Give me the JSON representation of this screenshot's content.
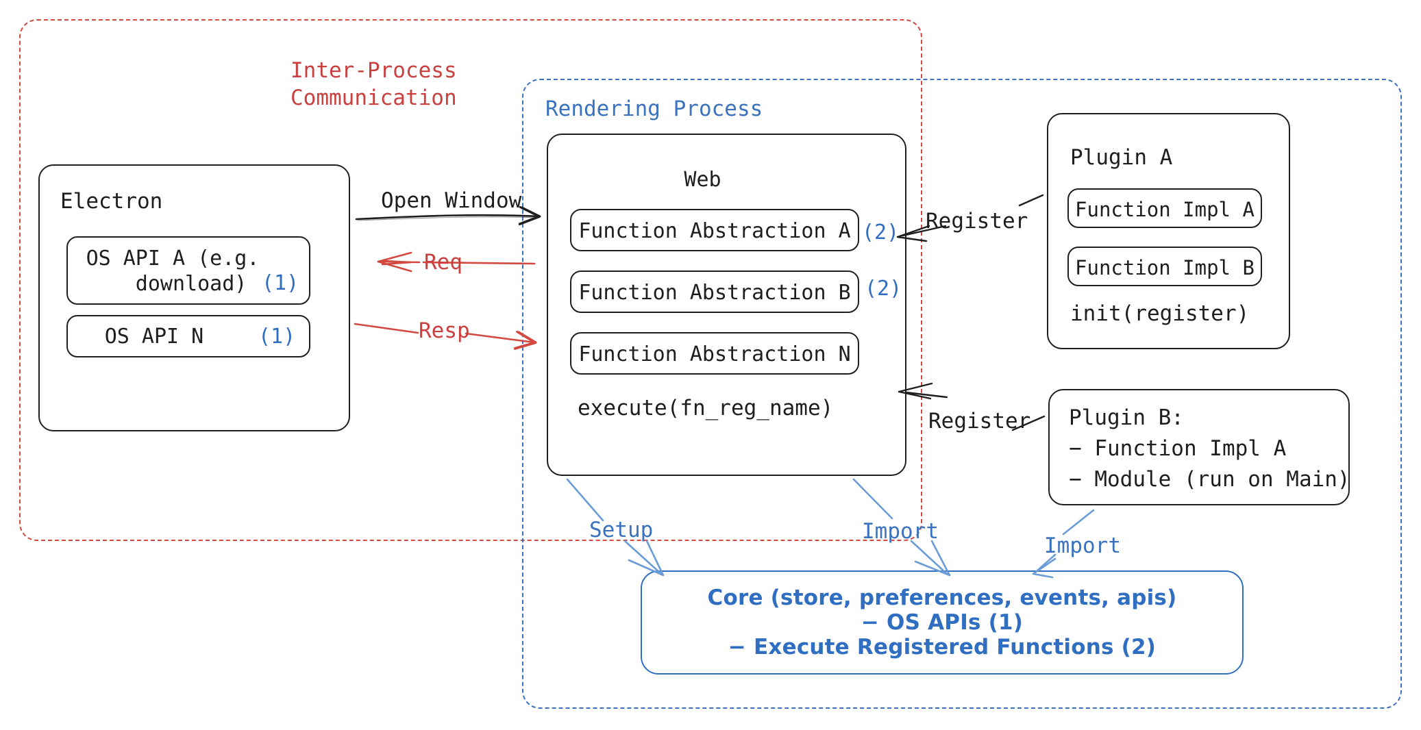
{
  "diagram": {
    "title": "Electron plugin architecture",
    "colors": {
      "ink": "#1e1e1e",
      "red": "#c9403f",
      "red_dash": "#d3483f",
      "blue": "#3b72bf",
      "core_blue": "#2f6ec0"
    }
  },
  "containers": {
    "ipc": {
      "label": "Inter-Process\nCommunication",
      "color": "#c9403f",
      "style": "dashed"
    },
    "rendering": {
      "label": "Rendering Process",
      "color": "#3b72bf",
      "style": "dashed"
    }
  },
  "electron": {
    "title": "Electron",
    "apis": [
      {
        "label": "OS API A (e.g.\n   download)",
        "badge": "(1)"
      },
      {
        "label": "OS API N",
        "badge": "(1)"
      }
    ]
  },
  "web": {
    "title": "Web",
    "abstractions": [
      {
        "label": "Function Abstraction A",
        "badge": "(2)"
      },
      {
        "label": "Function Abstraction B",
        "badge": "(2)"
      },
      {
        "label": "Function Abstraction N",
        "badge": ""
      }
    ],
    "method": "execute(fn_reg_name)"
  },
  "plugin_a": {
    "title": "Plugin A",
    "impls": [
      "Function Impl A",
      "Function Impl B"
    ],
    "method": "init(register)"
  },
  "plugin_b": {
    "title": "Plugin B:",
    "lines": [
      "− Function Impl A",
      "− Module (run on Main)"
    ]
  },
  "core": {
    "line1": "Core (store, preferences, events, apis)",
    "line2": "− OS APIs (1)",
    "line3": "− Execute Registered Functions (2)"
  },
  "edges": {
    "open_window": "Open Window",
    "req": "Req",
    "resp": "Resp",
    "register_a": "Register",
    "register_b": "Register",
    "setup": "Setup",
    "import_web": "Import",
    "import_plugin": "Import"
  }
}
